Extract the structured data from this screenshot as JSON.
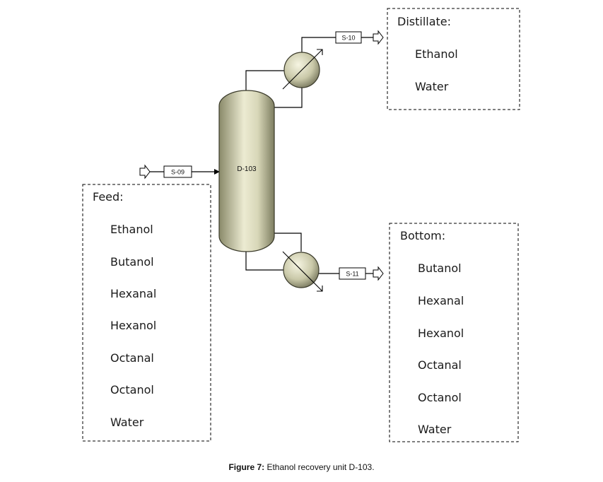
{
  "column": {
    "label": "D-103"
  },
  "streams": {
    "feed": "S-09",
    "distillate": "S-10",
    "bottom": "S-11"
  },
  "boxes": {
    "distillate": {
      "title": "Distillate:",
      "items": [
        "Ethanol",
        "Water"
      ]
    },
    "feed": {
      "title": "Feed:",
      "items": [
        "Ethanol",
        "Butanol",
        "Hexanal",
        "Hexanol",
        "Octanal",
        "Octanol",
        "Water"
      ]
    },
    "bottom": {
      "title": "Bottom:",
      "items": [
        "Butanol",
        "Hexanal",
        "Hexanol",
        "Octanal",
        "Octanol",
        "Water"
      ]
    }
  },
  "caption": {
    "label": "Figure 7:",
    "text": " Ethanol recovery unit D-103."
  }
}
